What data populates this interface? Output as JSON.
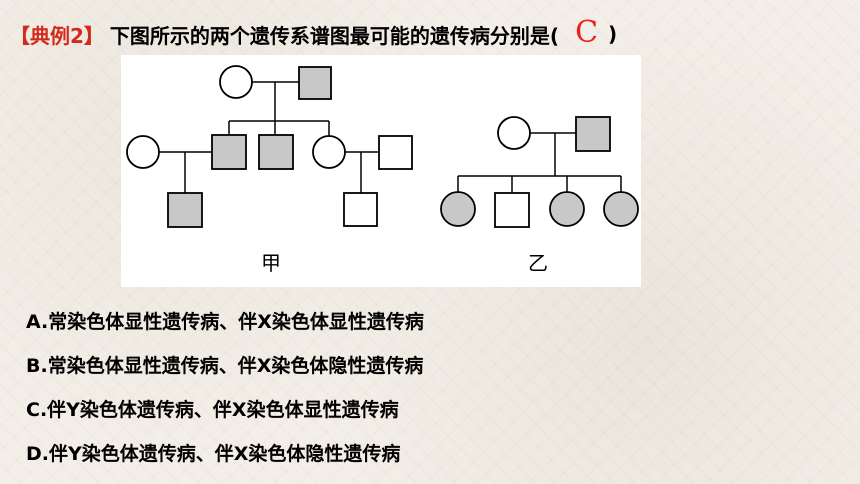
{
  "question": {
    "tag": "【典例2】",
    "text": "下图所示的两个遗传系谱图最可能的遗传病分别是(",
    "answer": "C",
    "close": ")"
  },
  "figure": {
    "label_left": "甲",
    "label_right": "乙"
  },
  "options": [
    {
      "text": "A.常染色体显性遗传病、伴X染色体显性遗传病"
    },
    {
      "text": "B.常染色体显性遗传病、伴X染色体隐性遗传病"
    },
    {
      "text": "C.伴Y染色体遗传病、伴X染色体显性遗传病"
    },
    {
      "text": "D.伴Y染色体遗传病、伴X染色体隐性遗传病"
    }
  ],
  "colors": {
    "tag": "#d42a1c",
    "answer": "#e8221a",
    "affected_fill": "#c8c8c8",
    "unaffected_fill": "#ffffff",
    "line": "#000000"
  }
}
